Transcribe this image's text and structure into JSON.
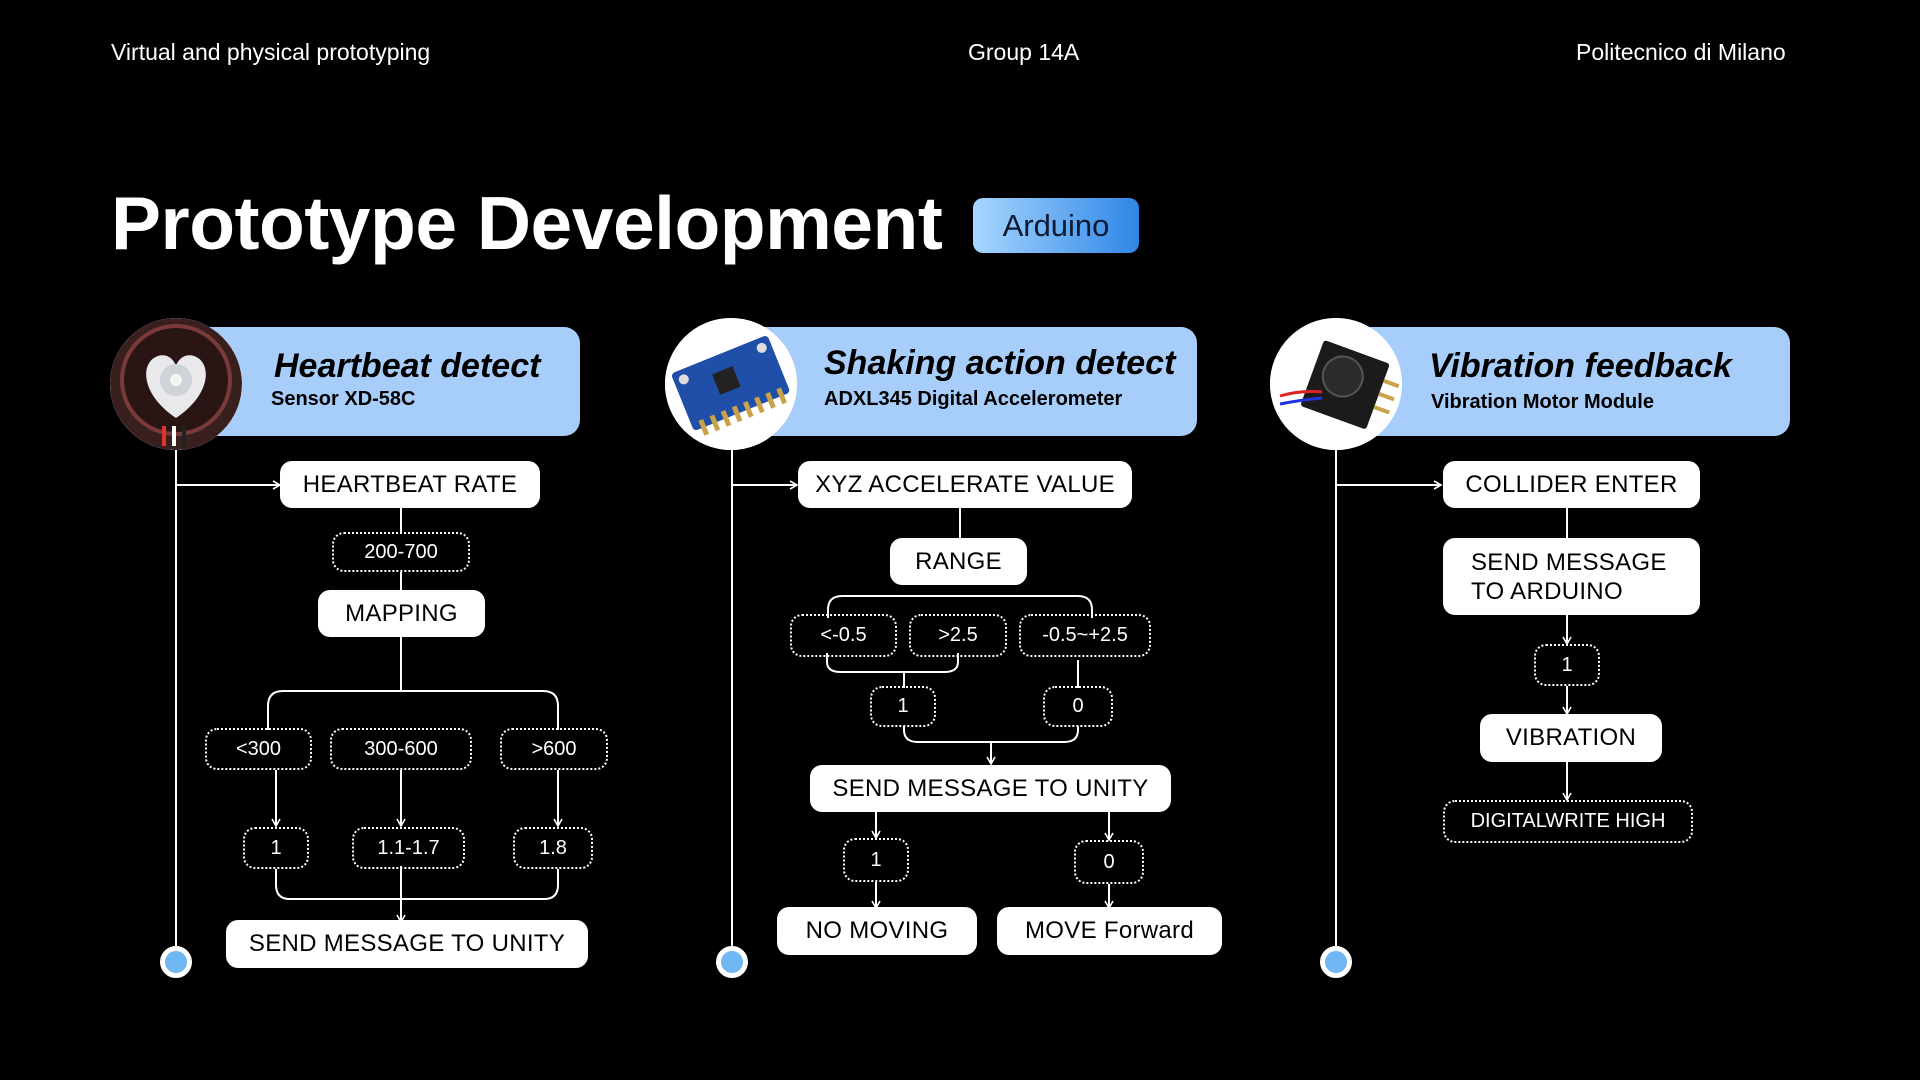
{
  "header": {
    "left": "Virtual and physical prototyping",
    "center": "Group 14A",
    "right": "Politecnico di Milano"
  },
  "title": "Prototype Development",
  "tag": "Arduino",
  "colors": {
    "card": "#a7cdfa",
    "tag_start": "#a8d6ff",
    "tag_end": "#2f86e6",
    "dot": "#6fb6f2"
  },
  "col1": {
    "title": "Heartbeat detect",
    "subtitle": "Sensor XD-58C",
    "photo_icon": "pulse-sensor-image",
    "rate": "HEARTBEAT RATE",
    "range": "200-700",
    "mapping": "MAPPING",
    "cond": [
      "<300",
      "300-600",
      ">600"
    ],
    "out": [
      "1",
      "1.1-1.7",
      "1.8"
    ],
    "send": "SEND MESSAGE TO UNITY"
  },
  "col2": {
    "title": "Shaking action detect",
    "subtitle": "ADXL345 Digital Accelerometer",
    "photo_icon": "accelerometer-board-image",
    "value": "XYZ ACCELERATE VALUE",
    "range": "RANGE",
    "cond": [
      "<-0.5",
      ">2.5",
      "-0.5~+2.5"
    ],
    "mid": [
      "1",
      "0"
    ],
    "send": "SEND MESSAGE TO UNITY",
    "out": [
      "1",
      "0"
    ],
    "result": [
      "NO MOVING",
      "MOVE Forward"
    ]
  },
  "col3": {
    "title": "Vibration feedback",
    "subtitle": "Vibration Motor Module",
    "photo_icon": "vibration-motor-module-image",
    "collider": "COLLIDER ENTER",
    "send_line1": "SEND MESSAGE",
    "send_line2": "TO ARDUINO",
    "value": "1",
    "vibration": "VIBRATION",
    "digital": "DIGITALWRITE HIGH"
  }
}
